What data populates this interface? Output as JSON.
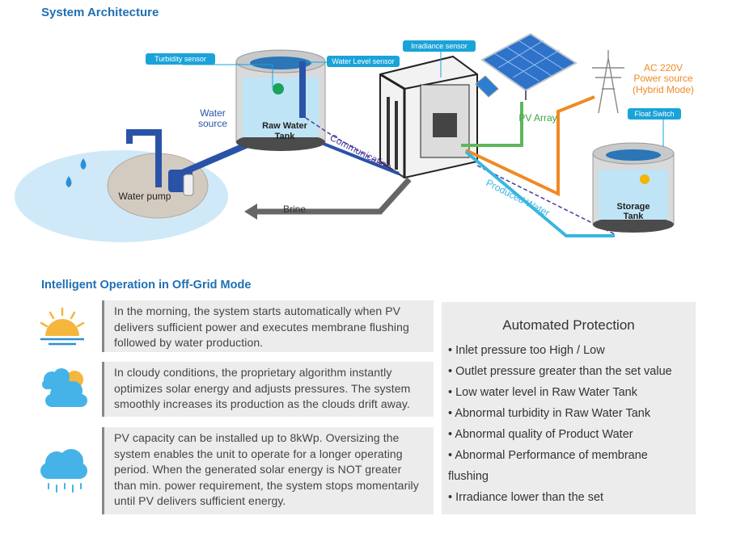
{
  "headings": {
    "architecture": "System Architecture",
    "operation": "Intelligent Operation in Off-Grid Mode"
  },
  "diagram": {
    "turbidity_sensor": "Turbidity sensor",
    "water_level_sensor": "Water Level sensor",
    "irradiance_sensor": "Irradiance sensor",
    "float_switch": "Float Switch",
    "water_source_l1": "Water",
    "water_source_l2": "source",
    "raw_tank_l1": "Raw Water",
    "raw_tank_l2": "Tank",
    "water_pump": "Water pump",
    "communication": "Communication",
    "brine": "Brine",
    "pv_array": "PV Array",
    "produced_water": "Produced Water",
    "ac_l1": "AC 220V",
    "ac_l2": "Power source",
    "ac_l3": "(Hybrid Mode)",
    "storage_l1": "Storage",
    "storage_l2": "Tank"
  },
  "operation": {
    "morning": "In the morning, the system starts automatically when PV delivers sufficient power and executes membrane flushing followed by water production.",
    "cloudy": "In cloudy conditions, the proprietary algorithm instantly optimizes solar energy and adjusts pressures. The system smoothly increases its production as the clouds drift away.",
    "capacity": "PV capacity can be installed up to 8kWp. Oversizing the system enables the unit to operate for a longer operating period. When the generated solar energy is NOT greater than min. power requirement, the system stops momentarily until PV delivers sufficient energy."
  },
  "protection": {
    "title": "Automated Protection",
    "items": [
      "Inlet pressure  too High / Low",
      "Outlet pressure greater than the set value",
      "Low water level in Raw Water Tank",
      "Abnormal turbidity in Raw Water Tank",
      "Abnormal quality of Product Water",
      "Abnormal Performance of membrane flushing",
      "Irradiance lower than the set"
    ]
  },
  "colors": {
    "heading": "#1f6fb3",
    "sensor_label_bg": "#1aa3d9",
    "intake_pipe": "#2a53a8",
    "communication": "#4b3a9a",
    "pv_line": "#5cb85c",
    "ac_line": "#f08a24",
    "produced_water": "#39b6e0",
    "brine": "#666666"
  }
}
